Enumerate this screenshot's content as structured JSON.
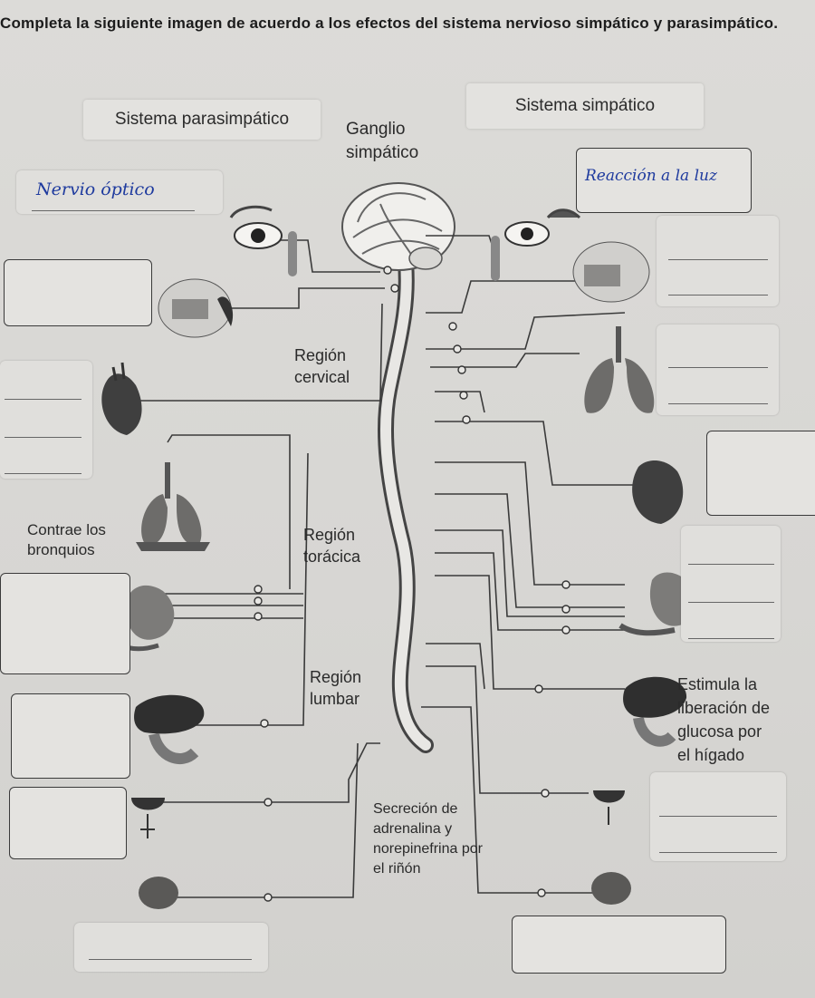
{
  "instruction": "Completa la siguiente imagen de acuerdo a los efectos del sistema nervioso simpático y parasimpático.",
  "headers": {
    "parasympathetic": "Sistema parasimpático",
    "ganglion": "Ganglio simpático",
    "sympathetic": "Sistema simpático"
  },
  "regions": {
    "cervical": "Región cervical",
    "thoracic": "Región torácica",
    "lumbar": "Región lumbar"
  },
  "labels": {
    "bronchi_left": "Contrae los bronquios",
    "liver_right": "Estimula la liberación de glucosa por el hígado",
    "adrenal": "Secreción de adrenalina y norepinefrina por el riñón"
  },
  "handwriting": {
    "left_eye": "Nervio óptico",
    "right_eye": "Reacción a la luz"
  },
  "organ_icons": [
    "eye-icon",
    "salivary-gland-icon",
    "heart-icon",
    "lungs-icon",
    "stomach-icon",
    "liver-icon",
    "bladder-icon",
    "intestine-icon",
    "brain-icon",
    "spinal-cord-icon"
  ]
}
